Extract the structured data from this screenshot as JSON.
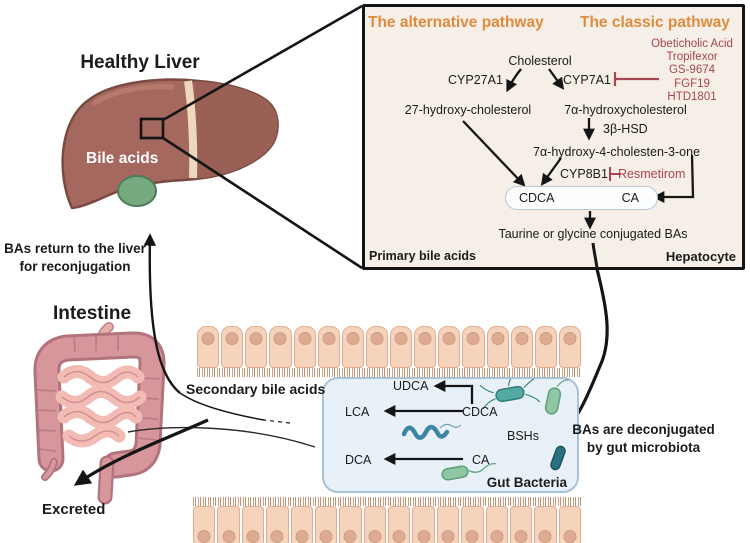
{
  "pathway_box": {
    "alt_title": "The alternative pathway",
    "classic_title": "The classic pathway",
    "drugs": [
      "Obeticholic Acid",
      "Tropifexor",
      "GS-9674",
      "FGF19",
      "HTD1801"
    ],
    "cholesterol": "Cholesterol",
    "cyp27a1": "CYP27A1",
    "cyp7a1": "CYP7A1",
    "oh27": "27-hydroxy-cholesterol",
    "oh7a": "7α-hydroxycholesterol",
    "hsd": "3β-HSD",
    "cholestenone": "7α-hydroxy-4-cholesten-3-one",
    "cyp8b1": "CYP8B1",
    "resmetirom": "Resmetirom",
    "cdca": "CDCA",
    "ca": "CA",
    "taurine": "Taurine or glycine conjugated BAs",
    "primary": "Primary bile acids",
    "hepatocyte": "Hepatocyte"
  },
  "liver": {
    "title": "Healthy Liver",
    "label": "Bile acids"
  },
  "annotations": {
    "return_line1": "BAs return to the liver",
    "return_line2": "for reconjugation",
    "intestine": "Intestine",
    "excreted": "Excreted",
    "secondary": "Secondary bile acids",
    "deconj_line1": "BAs are deconjugated",
    "deconj_line2": "by gut microbiota"
  },
  "gut_box": {
    "udca": "UDCA",
    "lca": "LCA",
    "cdca": "CDCA",
    "dca": "DCA",
    "ca": "CA",
    "bshs": "BSHs",
    "label": "Gut Bacteria"
  },
  "colors": {
    "title_orange": "#e08b3e",
    "inhibitor_red": "#a84550",
    "pathway_box_bg": "#f5efe7",
    "gut_box_bg": "#e9f1f8",
    "gut_box_border": "#a8c3d8",
    "liver": "#a5685e",
    "gallbladder": "#76aa7e",
    "epithelium": "#f6d3bb",
    "intestine": "#d6969c"
  }
}
